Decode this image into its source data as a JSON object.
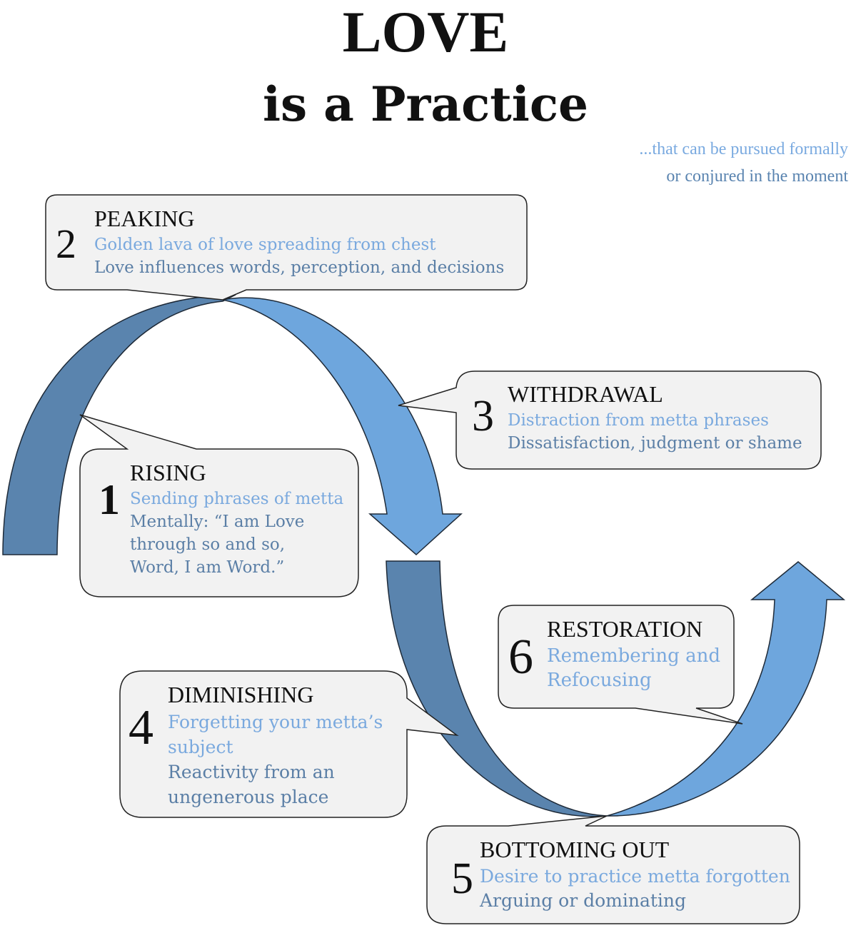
{
  "title": "LOVE",
  "subtitle": "is a Practice",
  "tagline": {
    "line1": "...that can be pursued formally",
    "line2": "or conjured in the moment"
  },
  "colors": {
    "arrow_dark": "#5a84ae",
    "arrow_light": "#6ea6dd",
    "callout_fill": "#f2f2f2",
    "callout_stroke": "#222222",
    "text_light_blue": "#7aa9de",
    "text_dark_blue": "#5b7fa6"
  },
  "stages": {
    "rising": {
      "number": "1",
      "title": "RISING",
      "light_lines": [
        "Sending phrases of metta"
      ],
      "dark_lines": [
        "Mentally: “I am Love",
        "through so and so,",
        "Word, I am Word.”"
      ]
    },
    "peaking": {
      "number": "2",
      "title": "PEAKING",
      "light_lines": [
        "Golden lava of love spreading from chest"
      ],
      "dark_lines": [
        "Love influences words, perception, and decisions"
      ]
    },
    "withdrawal": {
      "number": "3",
      "title": "WITHDRAWAL",
      "light_lines": [
        "Distraction from metta phrases"
      ],
      "dark_lines": [
        "Dissatisfaction, judgment or shame"
      ]
    },
    "diminishing": {
      "number": "4",
      "title": "DIMINISHING",
      "light_lines": [
        "Forgetting your metta’s",
        "subject"
      ],
      "dark_lines": [
        "Reactivity from an",
        "ungenerous place"
      ]
    },
    "bottoming_out": {
      "number": "5",
      "title": "BOTTOMING OUT",
      "light_lines": [
        "Desire to practice metta forgotten"
      ],
      "dark_lines": [
        "Arguing or dominating"
      ]
    },
    "restoration": {
      "number": "6",
      "title": "RESTORATION",
      "light_lines": [
        "Remembering and",
        "Refocusing"
      ],
      "dark_lines": []
    }
  }
}
